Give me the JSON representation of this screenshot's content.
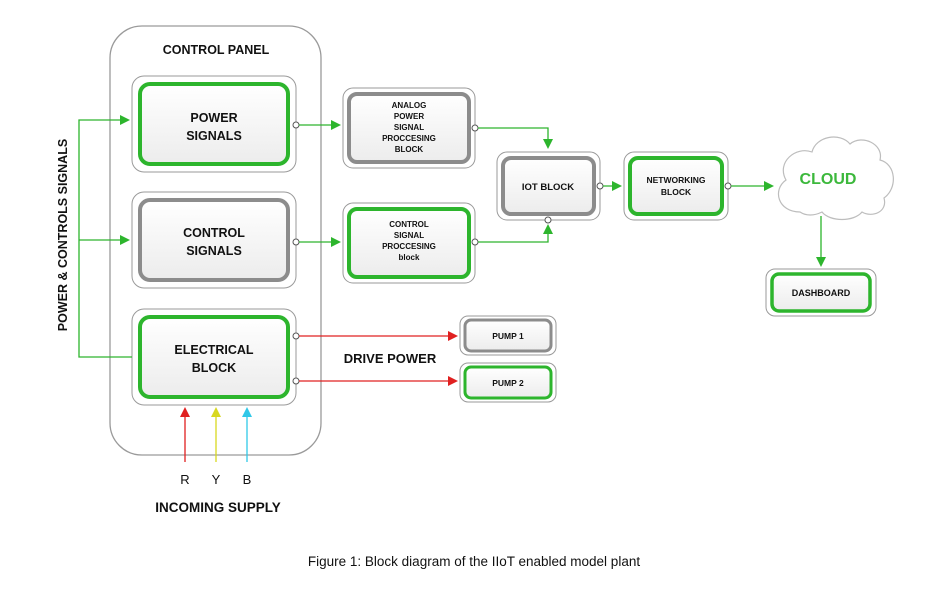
{
  "control_panel": {
    "title": "CONTROL PANEL"
  },
  "side_label": "POWER & CONTROLS SIGNALS",
  "blocks": {
    "power_signals": [
      "POWER",
      "SIGNALS"
    ],
    "control_signals": [
      "CONTROL",
      "SIGNALS"
    ],
    "electrical_block": [
      "ELECTRICAL",
      "BLOCK"
    ],
    "analog_block": [
      "ANALOG",
      "POWER",
      "SIGNAL",
      "PROCCESING",
      "BLOCK"
    ],
    "control_processing_block": [
      "CONTROL",
      "SIGNAL",
      "PROCCESING",
      "block"
    ],
    "iot_block": "IOT BLOCK",
    "networking_block": [
      "NETWORKING",
      "BLOCK"
    ],
    "cloud": "CLOUD",
    "dashboard": "DASHBOARD",
    "pump1": "PUMP 1",
    "pump2": "PUMP 2"
  },
  "drive_power": "DRIVE POWER",
  "phases": [
    "R",
    "Y",
    "B"
  ],
  "incoming_supply": "INCOMING SUPPLY",
  "caption": "Figure 1: Block diagram of the IIoT enabled model plant",
  "colors": {
    "green": "#2db52d",
    "gray": "#8c8c8c",
    "red": "#e02020",
    "yellow": "#d8d820",
    "cyan": "#30c8e8",
    "cloud_text": "#3cb83c"
  }
}
